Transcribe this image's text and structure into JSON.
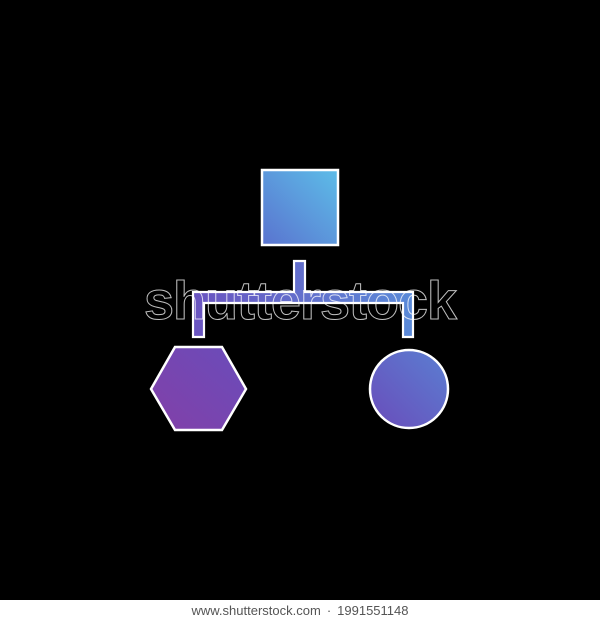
{
  "icon": {
    "name": "hierarchy-flowchart-icon",
    "gradient_start": "#5dbde8",
    "gradient_mid": "#5b7fd0",
    "gradient_end": "#7a3fb0",
    "outline_color": "#ffffff",
    "background_color": "#000000"
  },
  "watermark": {
    "text": "shutterstock"
  },
  "footer": {
    "site": "www.shutterstock.com",
    "separator": "·",
    "image_id": "1991551148"
  }
}
